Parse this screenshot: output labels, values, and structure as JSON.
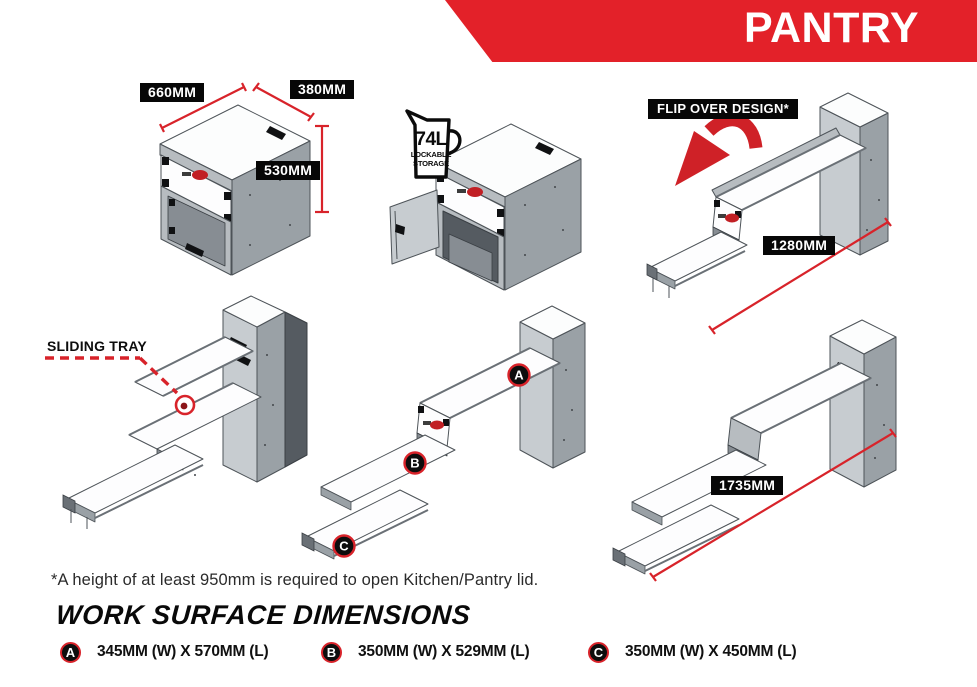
{
  "banner": {
    "title": "PANTRY"
  },
  "colors": {
    "accent_red": "#e32129",
    "dim_line_red": "#d8232a",
    "label_bg": "#070707",
    "label_text": "#ffffff"
  },
  "dimensions": {
    "width_label": "660MM",
    "depth_label": "380MM",
    "height_label": "530MM",
    "open_length_label": "1280MM",
    "extended_length_label": "1735MM"
  },
  "callouts": {
    "flip_over": "FLIP OVER DESIGN*",
    "sliding_tray": "SLIDING TRAY",
    "storage": {
      "capacity": "74L",
      "line1": "LOCKABLE",
      "line2": "STORAGE"
    }
  },
  "footnote": "*A height of at least 950mm is required to open Kitchen/Pantry lid.",
  "work_surface": {
    "heading": "WORK SURFACE DIMENSIONS",
    "items": [
      {
        "badge": "A",
        "size": "345MM (W) X 570MM (L)"
      },
      {
        "badge": "B",
        "size": "350MM (W) X 529MM (L)"
      },
      {
        "badge": "C",
        "size": "350MM (W) X 450MM (L)"
      }
    ]
  }
}
